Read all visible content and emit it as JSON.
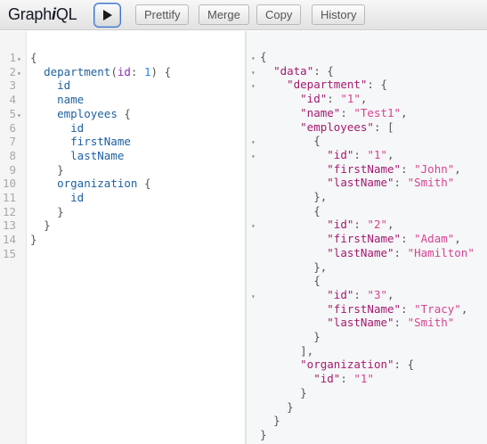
{
  "app": {
    "logo_prefix": "Graph",
    "logo_italic": "i",
    "logo_suffix": "QL"
  },
  "toolbar": {
    "run_icon": "play-icon",
    "buttons": [
      {
        "name": "prettify-button",
        "label": "Prettify"
      },
      {
        "name": "merge-button",
        "label": "Merge"
      },
      {
        "name": "copy-button",
        "label": "Copy"
      },
      {
        "name": "history-button",
        "label": "History"
      }
    ]
  },
  "query_editor": {
    "line_numbers": [
      "1",
      "2",
      "3",
      "4",
      "5",
      "6",
      "7",
      "8",
      "9",
      "10",
      "11",
      "12",
      "13",
      "14",
      "15"
    ],
    "fold_markers": [
      0,
      1,
      4
    ],
    "lines": [
      [
        {
          "t": "{",
          "c": "punct"
        }
      ],
      [
        {
          "t": "  "
        },
        {
          "t": "department",
          "c": "field"
        },
        {
          "t": "(",
          "c": "punct"
        },
        {
          "t": "id",
          "c": "attr"
        },
        {
          "t": ": ",
          "c": "punct"
        },
        {
          "t": "1",
          "c": "num"
        },
        {
          "t": ") {",
          "c": "punct"
        }
      ],
      [
        {
          "t": "    "
        },
        {
          "t": "id",
          "c": "field"
        }
      ],
      [
        {
          "t": "    "
        },
        {
          "t": "name",
          "c": "field"
        }
      ],
      [
        {
          "t": "    "
        },
        {
          "t": "employees",
          "c": "field"
        },
        {
          "t": " {",
          "c": "punct"
        }
      ],
      [
        {
          "t": "      "
        },
        {
          "t": "id",
          "c": "field"
        }
      ],
      [
        {
          "t": "      "
        },
        {
          "t": "firstName",
          "c": "field"
        }
      ],
      [
        {
          "t": "      "
        },
        {
          "t": "lastName",
          "c": "field"
        }
      ],
      [
        {
          "t": "    "
        },
        {
          "t": "}",
          "c": "punct"
        }
      ],
      [
        {
          "t": "    "
        },
        {
          "t": "organization",
          "c": "field"
        },
        {
          "t": " {",
          "c": "punct"
        }
      ],
      [
        {
          "t": "      "
        },
        {
          "t": "id",
          "c": "field"
        }
      ],
      [
        {
          "t": "    "
        },
        {
          "t": "}",
          "c": "punct"
        }
      ],
      [
        {
          "t": "  "
        },
        {
          "t": "}",
          "c": "punct"
        }
      ],
      [
        {
          "t": "}",
          "c": "punct"
        }
      ],
      []
    ]
  },
  "result_viewer": {
    "fold_markers": [
      0,
      1,
      2,
      6,
      7,
      12,
      17
    ],
    "lines": [
      [
        {
          "t": "{",
          "c": "punct"
        }
      ],
      [
        {
          "t": "  "
        },
        {
          "t": "\"data\"",
          "c": "key"
        },
        {
          "t": ": {",
          "c": "punct"
        }
      ],
      [
        {
          "t": "    "
        },
        {
          "t": "\"department\"",
          "c": "key"
        },
        {
          "t": ": {",
          "c": "punct"
        }
      ],
      [
        {
          "t": "      "
        },
        {
          "t": "\"id\"",
          "c": "key"
        },
        {
          "t": ": ",
          "c": "punct"
        },
        {
          "t": "\"1\"",
          "c": "str"
        },
        {
          "t": ",",
          "c": "punct"
        }
      ],
      [
        {
          "t": "      "
        },
        {
          "t": "\"name\"",
          "c": "key"
        },
        {
          "t": ": ",
          "c": "punct"
        },
        {
          "t": "\"Test1\"",
          "c": "str"
        },
        {
          "t": ",",
          "c": "punct"
        }
      ],
      [
        {
          "t": "      "
        },
        {
          "t": "\"employees\"",
          "c": "key"
        },
        {
          "t": ": [",
          "c": "punct"
        }
      ],
      [
        {
          "t": "        "
        },
        {
          "t": "{",
          "c": "punct"
        }
      ],
      [
        {
          "t": "          "
        },
        {
          "t": "\"id\"",
          "c": "key"
        },
        {
          "t": ": ",
          "c": "punct"
        },
        {
          "t": "\"1\"",
          "c": "str"
        },
        {
          "t": ",",
          "c": "punct"
        }
      ],
      [
        {
          "t": "          "
        },
        {
          "t": "\"firstName\"",
          "c": "key"
        },
        {
          "t": ": ",
          "c": "punct"
        },
        {
          "t": "\"John\"",
          "c": "str"
        },
        {
          "t": ",",
          "c": "punct"
        }
      ],
      [
        {
          "t": "          "
        },
        {
          "t": "\"lastName\"",
          "c": "key"
        },
        {
          "t": ": ",
          "c": "punct"
        },
        {
          "t": "\"Smith\"",
          "c": "str"
        }
      ],
      [
        {
          "t": "        "
        },
        {
          "t": "},",
          "c": "punct"
        }
      ],
      [
        {
          "t": "        "
        },
        {
          "t": "{",
          "c": "punct"
        }
      ],
      [
        {
          "t": "          "
        },
        {
          "t": "\"id\"",
          "c": "key"
        },
        {
          "t": ": ",
          "c": "punct"
        },
        {
          "t": "\"2\"",
          "c": "str"
        },
        {
          "t": ",",
          "c": "punct"
        }
      ],
      [
        {
          "t": "          "
        },
        {
          "t": "\"firstName\"",
          "c": "key"
        },
        {
          "t": ": ",
          "c": "punct"
        },
        {
          "t": "\"Adam\"",
          "c": "str"
        },
        {
          "t": ",",
          "c": "punct"
        }
      ],
      [
        {
          "t": "          "
        },
        {
          "t": "\"lastName\"",
          "c": "key"
        },
        {
          "t": ": ",
          "c": "punct"
        },
        {
          "t": "\"Hamilton\"",
          "c": "str"
        }
      ],
      [
        {
          "t": "        "
        },
        {
          "t": "},",
          "c": "punct"
        }
      ],
      [
        {
          "t": "        "
        },
        {
          "t": "{",
          "c": "punct"
        }
      ],
      [
        {
          "t": "          "
        },
        {
          "t": "\"id\"",
          "c": "key"
        },
        {
          "t": ": ",
          "c": "punct"
        },
        {
          "t": "\"3\"",
          "c": "str"
        },
        {
          "t": ",",
          "c": "punct"
        }
      ],
      [
        {
          "t": "          "
        },
        {
          "t": "\"firstName\"",
          "c": "key"
        },
        {
          "t": ": ",
          "c": "punct"
        },
        {
          "t": "\"Tracy\"",
          "c": "str"
        },
        {
          "t": ",",
          "c": "punct"
        }
      ],
      [
        {
          "t": "          "
        },
        {
          "t": "\"lastName\"",
          "c": "key"
        },
        {
          "t": ": ",
          "c": "punct"
        },
        {
          "t": "\"Smith\"",
          "c": "str"
        }
      ],
      [
        {
          "t": "        "
        },
        {
          "t": "}",
          "c": "punct"
        }
      ],
      [
        {
          "t": "      "
        },
        {
          "t": "],",
          "c": "punct"
        }
      ],
      [
        {
          "t": "      "
        },
        {
          "t": "\"organization\"",
          "c": "key"
        },
        {
          "t": ": {",
          "c": "punct"
        }
      ],
      [
        {
          "t": "        "
        },
        {
          "t": "\"id\"",
          "c": "key"
        },
        {
          "t": ": ",
          "c": "punct"
        },
        {
          "t": "\"1\"",
          "c": "str"
        }
      ],
      [
        {
          "t": "      "
        },
        {
          "t": "}",
          "c": "punct"
        }
      ],
      [
        {
          "t": "    "
        },
        {
          "t": "}",
          "c": "punct"
        }
      ],
      [
        {
          "t": "  "
        },
        {
          "t": "}",
          "c": "punct"
        }
      ],
      [
        {
          "t": "}",
          "c": "punct"
        }
      ]
    ]
  },
  "colors": {
    "punct": "#555555",
    "field": "#1f61a0",
    "attr": "#8b2bb9",
    "num": "#2882f9",
    "key": "#a21b6f",
    "str": "#d64292"
  }
}
